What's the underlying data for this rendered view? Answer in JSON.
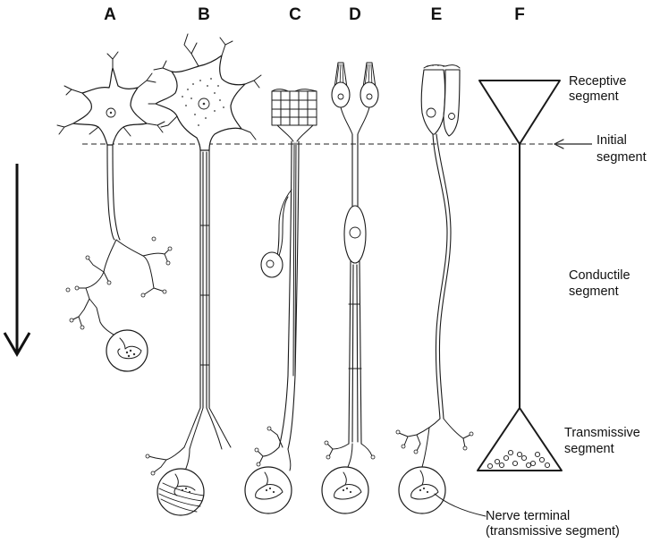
{
  "columns": [
    {
      "letter": "A"
    },
    {
      "letter": "B"
    },
    {
      "letter": "C"
    },
    {
      "letter": "D"
    },
    {
      "letter": "E"
    },
    {
      "letter": "F"
    }
  ],
  "segments": {
    "receptive": [
      "Receptive",
      "segment"
    ],
    "initial": [
      "Initial",
      "segment"
    ],
    "conductile": [
      "Conductile",
      "segment"
    ],
    "transmissive": [
      "Transmissive",
      "segment"
    ],
    "terminal": [
      "Nerve terminal",
      "(transmissive segment)"
    ]
  }
}
